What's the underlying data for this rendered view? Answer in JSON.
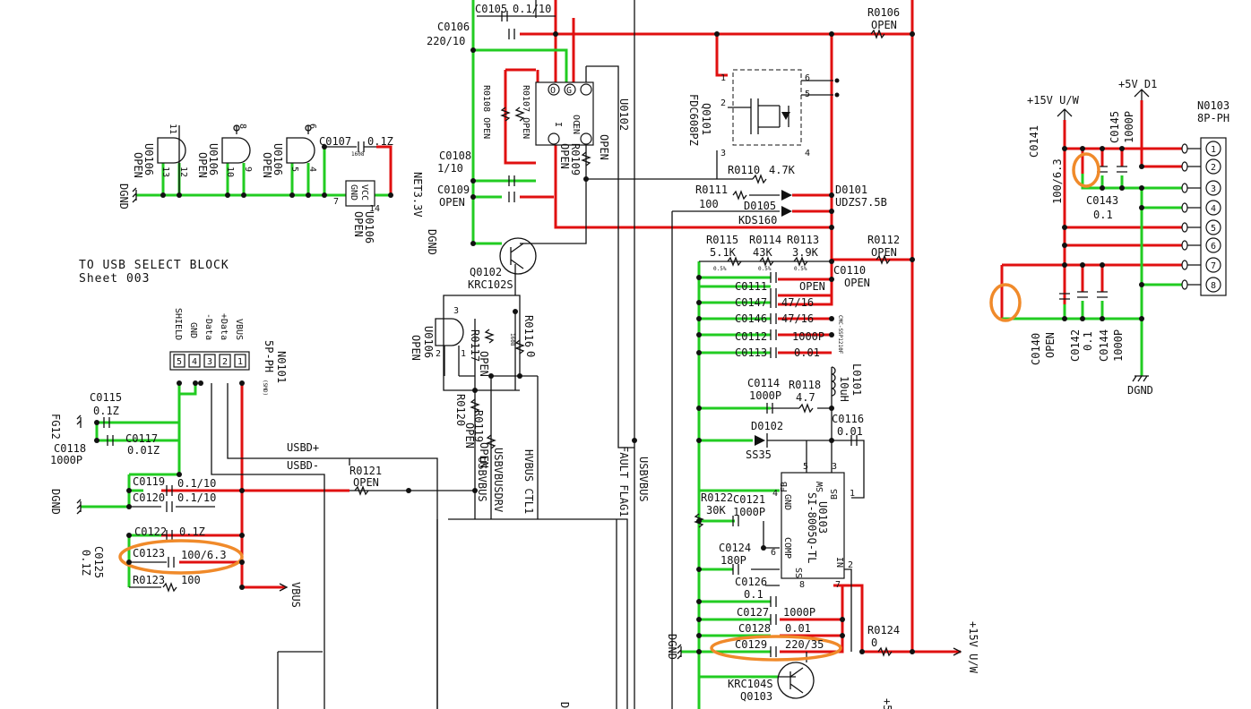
{
  "colors": {
    "supply_net": "#e01010",
    "ground_net": "#22cc22",
    "highlight": "#f08a2a",
    "wire": "#111111"
  },
  "top_section": {
    "c0105": "C0105",
    "c0105_val": "0.1/10",
    "c0106": "C0106",
    "c0106_val": "220/10",
    "r0106": "R0106",
    "r0106_val": "OPEN",
    "r0108": "R0108 OPEN",
    "r0107": "R0107 OPEN",
    "u0102_pins": [
      "O",
      "G",
      "OC",
      "I",
      "EN"
    ],
    "u0102": "U0102",
    "u0102_val": "OPEN",
    "r0109": "R0109",
    "r0109_val": "OPEN",
    "q0101": "Q0101",
    "q0101_val": "FDC608PZ",
    "q0101_pins": [
      "1",
      "2",
      "3",
      "4",
      "5",
      "6"
    ],
    "r0110": "R0110",
    "r0110_val": "4.7K",
    "c0108": "C0108",
    "c0108_val": "1/10",
    "c0109": "C0109",
    "c0109_val": "OPEN",
    "r0111": "R0111",
    "r0111_val": "100",
    "d0105": "D0105",
    "d0105_val": "KDS160",
    "d0101": "D0101",
    "d0101_val": "UDZS7.5B",
    "net33": "NET3.3V",
    "dgnd": "DGND",
    "q0102": "Q0102",
    "q0102_val": "KRC102S"
  },
  "gates": {
    "u0106_a": "U0106",
    "u0106_a_val": "OPEN",
    "u0106_a_pins": [
      "11",
      "13",
      "12"
    ],
    "u0106_b": "U0106",
    "u0106_b_val": "OPEN",
    "u0106_b_pins": [
      "8",
      "10",
      "9"
    ],
    "u0106_c": "U0106",
    "u0106_c_val": "OPEN",
    "u0106_c_pins": [
      "6",
      "5",
      "4"
    ],
    "c0107": "C0107",
    "c0107_val": "0.1Z",
    "c0107_pkg": "1608",
    "u0106_pwr": "U0106",
    "u0106_pwr_val": "OPEN",
    "vcc": "VCC",
    "gnd": "GND",
    "pwr_pins": [
      "7",
      "14"
    ],
    "dgnd": "DGND"
  },
  "usb_note": {
    "line1": "TO USB SELECT BLOCK",
    "line2": "Sheet 003"
  },
  "usb_section": {
    "n0101": "N0101",
    "n0101_val": "5P-PH",
    "n0101_pkg": "(SMD)",
    "pin_names": [
      "SHIELD",
      "GND",
      "-Data",
      "+Data",
      "VBUS"
    ],
    "pin_numbers": [
      "5",
      "4",
      "3",
      "2",
      "1"
    ],
    "c0115": "C0115",
    "c0115_val": "0.1Z",
    "c0117": "C0117",
    "c0117_val": "0.01Z",
    "c0118": "C0118",
    "c0118_val": "1000P",
    "fg": "FG12",
    "dgnd": "DGND",
    "usbd_plus": "USBD+",
    "usbd_minus": "USBD-",
    "r0121": "R0121",
    "r0121_val": "OPEN",
    "c0119": "C0119",
    "c0119_val": "0.1/10",
    "c0120": "C0120",
    "c0120_val": "0.1/10",
    "c0122": "C0122",
    "c0122_val": "0.1Z",
    "c0123": "C0123",
    "c0123_val": "100/6.3",
    "c0125": "C0125",
    "c0125_val": "0.1Z",
    "r0123": "R0123",
    "r0123_val": "100",
    "vbus": "VBUS"
  },
  "mid_section": {
    "u0106_d": "U0106",
    "u0106_d_val": "OPEN",
    "u0106_d_pins": [
      "3",
      "2",
      "1"
    ],
    "r0117": "R0117",
    "r0117_val": "OPEN",
    "r0116": "R0116",
    "r0116_val": "0",
    "r0116_pkg": "1608",
    "r0120": "R0120",
    "r0120_val": "OPEN",
    "r0119": "R0119",
    "r0119_val": "OPEN",
    "usbvbus": "USBVBUS",
    "usbvbusdrv": "USBVBUSDRV",
    "hvbus_ctl": "HVBUS CTL1",
    "fault_flag": "FAULT FLAG1",
    "usbvbus2": "USBVBUS"
  },
  "reg_section": {
    "r0115": "R0115",
    "r0115_val": "5.1K",
    "r0115_tol": "0.5%",
    "r0114": "R0114",
    "r0114_val": "43K",
    "r0114_tol": "0.5%",
    "r0113": "R0113",
    "r0113_val": "3.9K",
    "r0113_tol": "0.5%",
    "r0112": "R0112",
    "r0112_val": "OPEN",
    "c0110": "C0110",
    "c0110_val": "OPEN",
    "c0111": "C0111",
    "c0111_val": "OPEN",
    "c0147": "C0147",
    "c0147_val": "47/16",
    "c0146": "C0146",
    "c0146_val": "47/16",
    "c0112": "C0112",
    "c0112_val": "1000P",
    "c0113": "C0113",
    "c0113_val": "0.01",
    "l0101": "L0101",
    "l0101_val": "10uH",
    "l0101_part": "CMC-SSP1210F",
    "c0114": "C0114",
    "c0114_val": "1000P",
    "r0118": "R0118",
    "r0118_val": "4.7",
    "d0102": "D0102",
    "d0102_val": "SS35",
    "c0116": "C0116",
    "c0116_val": "0.01",
    "u0103": "U0103",
    "u0103_val": "SI-8005Q-TL",
    "u0103_pins": [
      "FB",
      "SW",
      "BS",
      "GND",
      "COMP",
      "SS",
      "IN",
      "1",
      "2",
      "3",
      "4",
      "5",
      "6",
      "7",
      "8"
    ],
    "r0122": "R0122",
    "r0122_val": "30K",
    "c0121": "C0121",
    "c0121_val": "1000P",
    "c0124": "C0124",
    "c0124_val": "180P",
    "c0126": "C0126",
    "c0126_val": "0.1",
    "c0127": "C0127",
    "c0127_val": "1000P",
    "c0128": "C0128",
    "c0128_val": "0.01",
    "c0129": "C0129",
    "c0129_val": "220/35",
    "r0124": "R0124",
    "r0124_val": "0",
    "dgnd": "DGND",
    "q0103": "Q0103",
    "q0103_val": "KRC104S",
    "out_15v": "+15V U/W",
    "frag_d": "D",
    "frag_5": "+5"
  },
  "right_section": {
    "p15v": "+15V U/W",
    "p5v": "+5V D1",
    "n0103": "N0103",
    "n0103_val": "8P-PH",
    "pins": [
      "1",
      "2",
      "3",
      "4",
      "5",
      "6",
      "7",
      "8"
    ],
    "c0141": "C0141",
    "c0141_val": "100/6.3",
    "c0145": "C0145",
    "c0145_val": "1000P",
    "c0143": "C0143",
    "c0143_val": "0.1",
    "c0140": "C0140",
    "c0140_val": "OPEN",
    "c0142": "C0142",
    "c0142_val": "0.1",
    "c0144": "C0144",
    "c0144_val": "1000P",
    "dgnd": "DGND"
  }
}
